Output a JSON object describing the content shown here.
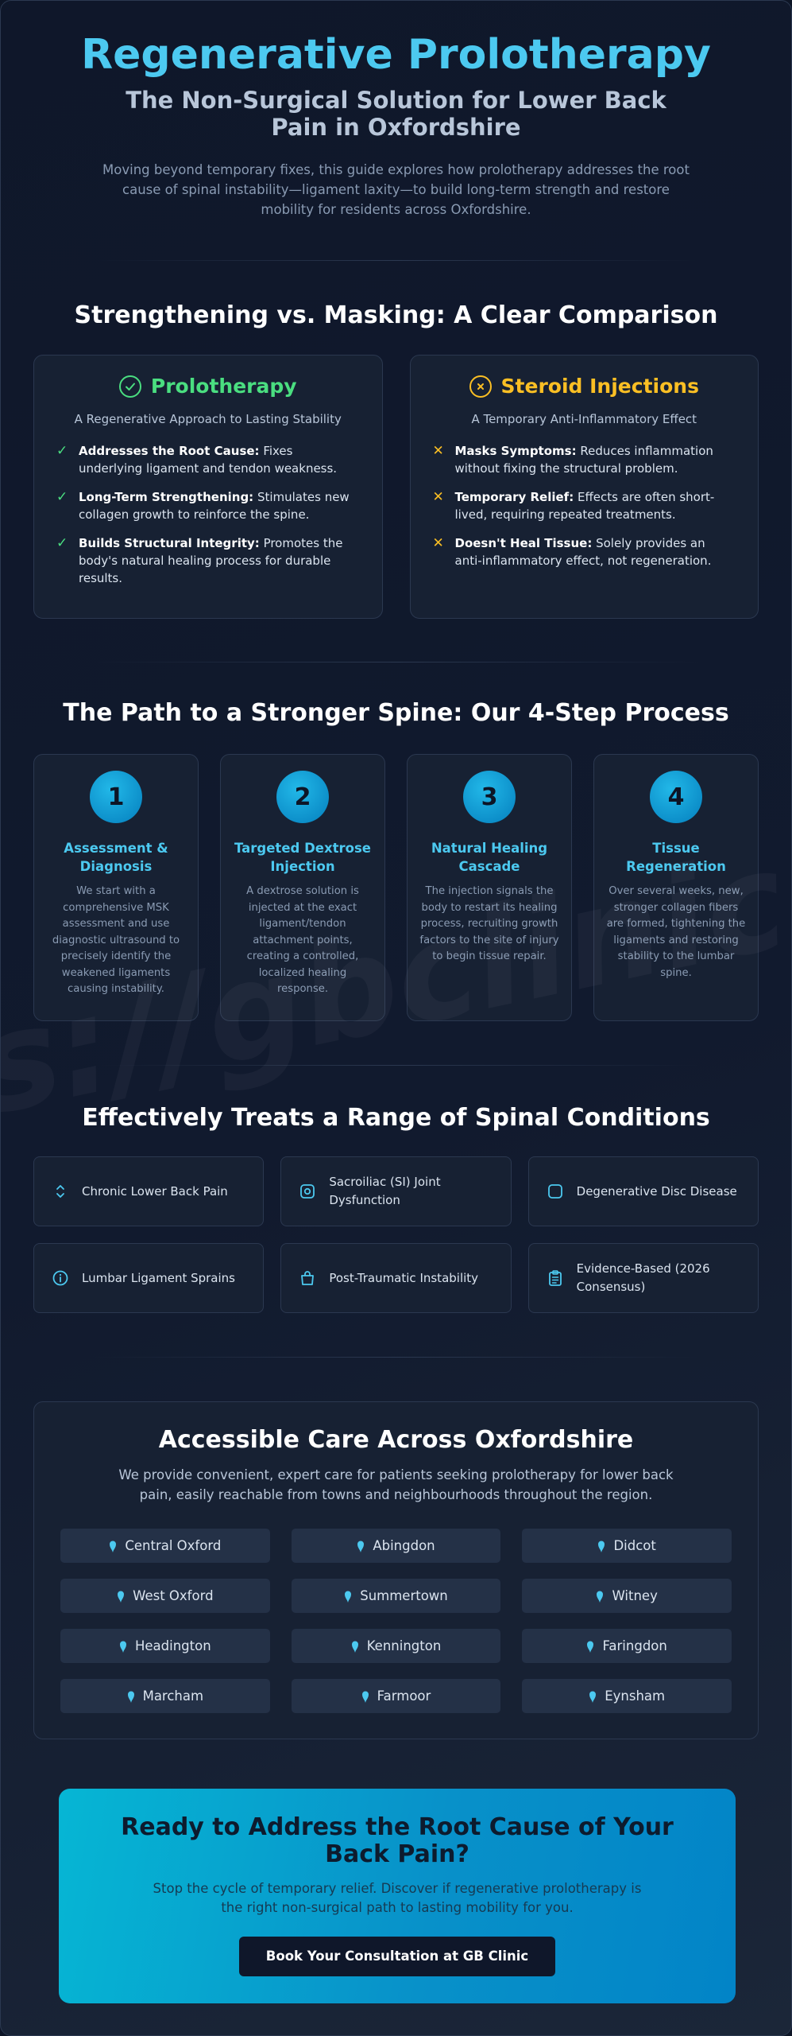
{
  "header": {
    "title": "Regenerative Prolotherapy",
    "subtitle": "The Non-Surgical Solution for Lower Back Pain in Oxfordshire",
    "intro": "Moving beyond temporary fixes, this guide explores how prolotherapy addresses the root cause of spinal instability—ligament laxity—to build long-term strength and restore mobility for residents across Oxfordshire."
  },
  "watermark": "s://gbclinic.c",
  "comparison": {
    "title": "Strengthening vs. Masking: A Clear Comparison",
    "cards": [
      {
        "name": "Prolotherapy",
        "icon": "check-circle-icon",
        "color": "#4ade80",
        "subtitle": "A Regenerative Approach to Lasting Stability",
        "points": [
          {
            "bold": "Addresses the Root Cause:",
            "text": " Fixes underlying ligament and tendon weakness."
          },
          {
            "bold": "Long-Term Strengthening:",
            "text": " Stimulates new collagen growth to reinforce the spine."
          },
          {
            "bold": "Builds Structural Integrity:",
            "text": " Promotes the body's natural healing process for durable results."
          }
        ]
      },
      {
        "name": "Steroid Injections",
        "icon": "x-circle-icon",
        "color": "#fbbf24",
        "subtitle": "A Temporary Anti-Inflammatory Effect",
        "points": [
          {
            "bold": "Masks Symptoms:",
            "text": " Reduces inflammation without fixing the structural problem."
          },
          {
            "bold": "Temporary Relief:",
            "text": " Effects are often short-lived, requiring repeated treatments."
          },
          {
            "bold": "Doesn't Heal Tissue:",
            "text": " Solely provides an anti-inflammatory effect, not regeneration."
          }
        ]
      }
    ]
  },
  "process": {
    "title": "The Path to a Stronger Spine: Our 4-Step Process",
    "steps": [
      {
        "num": "1",
        "title": "Assessment & Diagnosis",
        "desc": "We start with a comprehensive MSK assessment and use diagnostic ultrasound to precisely identify the weakened ligaments causing instability."
      },
      {
        "num": "2",
        "title": "Targeted Dextrose Injection",
        "desc": "A dextrose solution is injected at the exact ligament/tendon attachment points, creating a controlled, localized healing response."
      },
      {
        "num": "3",
        "title": "Natural Healing Cascade",
        "desc": "The injection signals the body to restart its healing process, recruiting growth factors to the site of injury to begin tissue repair."
      },
      {
        "num": "4",
        "title": "Tissue Regeneration",
        "desc": "Over several weeks, new, stronger collagen fibers are formed, tightening the ligaments and restoring stability to the lumbar spine."
      }
    ]
  },
  "conditions": {
    "title": "Effectively Treats a Range of Spinal Conditions",
    "items": [
      {
        "label": "Chronic Lower Back Pain",
        "icon": "chevrons-vertical-icon"
      },
      {
        "label": "Sacroiliac (SI) Joint Dysfunction",
        "icon": "target-square-icon"
      },
      {
        "label": "Degenerative Disc Disease",
        "icon": "rounded-square-icon"
      },
      {
        "label": "Lumbar Ligament Sprains",
        "icon": "info-circle-icon"
      },
      {
        "label": "Post-Traumatic Instability",
        "icon": "shopping-bag-icon"
      },
      {
        "label": "Evidence-Based (2026 Consensus)",
        "icon": "clipboard-list-icon"
      }
    ],
    "icon_color": "#4cc9f0"
  },
  "locations": {
    "title": "Accessible Care Across Oxfordshire",
    "desc": "We provide convenient, expert care for patients seeking prolotherapy for lower back pain, easily reachable from towns and neighbourhoods throughout the region.",
    "items": [
      "Central Oxford",
      "Abingdon",
      "Didcot",
      "West Oxford",
      "Summertown",
      "Witney",
      "Headington",
      "Kennington",
      "Faringdon",
      "Marcham",
      "Farmoor",
      "Eynsham"
    ],
    "pin_color": "#4cc9f0"
  },
  "cta": {
    "title": "Ready to Address the Root Cause of Your Back Pain?",
    "desc": "Stop the cycle of temporary relief. Discover if regenerative prolotherapy is the right non-surgical path to lasting mobility for you.",
    "button": "Book Your Consultation at GB Clinic"
  }
}
